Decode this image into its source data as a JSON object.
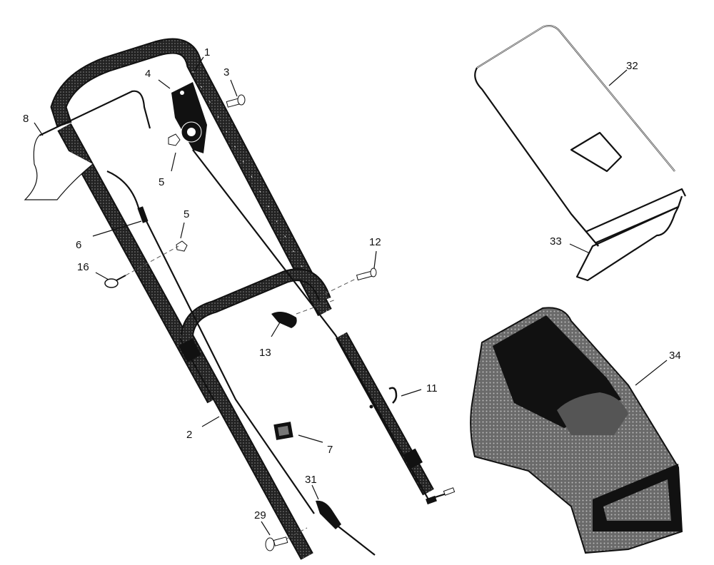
{
  "parts": [
    {
      "number": "1"
    },
    {
      "number": "2"
    },
    {
      "number": "3"
    },
    {
      "number": "4"
    },
    {
      "number": "5"
    },
    {
      "number": "5"
    },
    {
      "number": "6"
    },
    {
      "number": "7"
    },
    {
      "number": "8"
    },
    {
      "number": "11"
    },
    {
      "number": "12"
    },
    {
      "number": "13"
    },
    {
      "number": "16"
    },
    {
      "number": "29"
    },
    {
      "number": "31"
    },
    {
      "number": "32"
    },
    {
      "number": "33"
    },
    {
      "number": "34"
    }
  ],
  "colors": {
    "ink": "#111111",
    "background": "#ffffff",
    "bag_fabric": "#3a3a3a"
  }
}
